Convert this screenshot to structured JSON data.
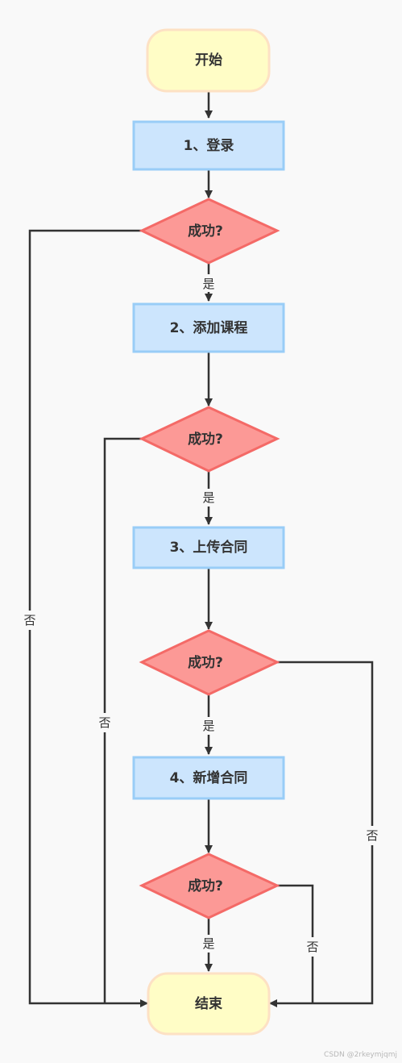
{
  "nodes": {
    "start": "开始",
    "step1": "1、登录",
    "check1": "成功?",
    "step2": "2、添加课程",
    "check2": "成功?",
    "step3": "3、上传合同",
    "check3": "成功?",
    "step4": "4、新增合同",
    "check4": "成功?",
    "end": "结束"
  },
  "edge_labels": {
    "yes1": "是",
    "yes2": "是",
    "yes3": "是",
    "yes4": "是",
    "no1": "否",
    "no2": "否",
    "no3": "否",
    "no4": "否"
  },
  "watermark": "CSDN @2rkeymjqmj",
  "colors": {
    "terminal_fill": "#fffdc6",
    "terminal_stroke": "#fde1c4",
    "process_fill": "#cce5fd",
    "process_stroke": "#99cdf7",
    "decision_fill": "#fc9996",
    "decision_stroke": "#f46a67",
    "edge": "#333333"
  }
}
